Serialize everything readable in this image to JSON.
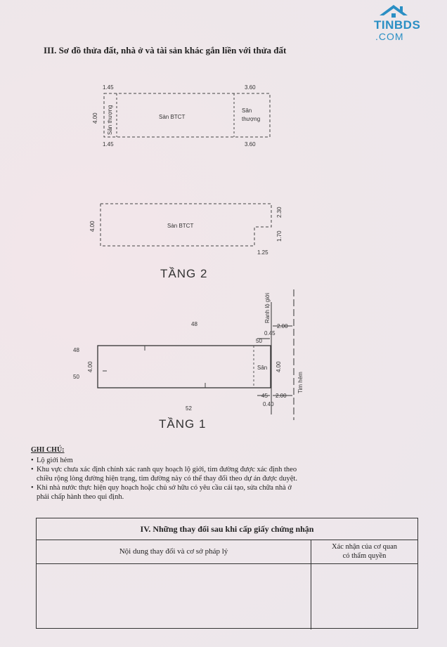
{
  "logo": {
    "line1": "TINBDS",
    "line2": ".COM",
    "colors": {
      "brand": "#2a8fc4"
    },
    "icon": "house-roof-icon"
  },
  "section": {
    "title": "III. Sơ đồ thửa đất, nhà ở và tài sản khác gắn liền với thửa đất"
  },
  "top_plan": {
    "dim_left_top": "1.45",
    "dim_right_top": "3.60",
    "dim_left_bottom": "1.45",
    "dim_right_bottom": "3.60",
    "dim_height": "4.00",
    "left_room": "Sân thượng",
    "center_room": "Sàn BTCT",
    "right_room_line1": "Sân",
    "right_room_line2": "thượng"
  },
  "floor2": {
    "label": "TẦNG 2",
    "room": "Sàn BTCT",
    "dim_height": "4.00",
    "dim_right_top": "2.30",
    "dim_right_mid": "1.70",
    "dim_bottom": "1.25"
  },
  "floor1": {
    "label": "TẦNG 1",
    "lot_top": "48",
    "lot_bottom": "52",
    "left_top": "48",
    "left_bottom": "50",
    "dim_height_left": "4.00",
    "dim_height_right": "4.00",
    "room": "Sân",
    "right_boundary": "Ranh lộ giới",
    "road_center": "Tim hẻm",
    "dim_top_a": "2.00",
    "dim_top_b": "0.45",
    "dim_top_c": "50",
    "dim_bot_a": "45",
    "dim_bot_b": "2.00",
    "dim_bot_c": "0.40"
  },
  "notes": {
    "heading": "GHI CHÚ:",
    "item1": "Lộ giới hẻm",
    "item2": "Khu vực chưa xác định chính xác ranh quy hoạch lộ giới, tim  đường được xác định theo",
    "item2_cont": "chiều rộng lòng đường hiện trạng, tim đường này có thể thay  đổi theo dự án được duyệt.",
    "item3": "Khi nhà nước thực hiện quy hoạch hoặc chủ sở hữu có yêu cầu cải tạo, sửa chữa nhà ở",
    "item3_cont": "phải chấp hành theo qui  định."
  },
  "changes": {
    "title": "IV. Những thay đổi sau khi cấp giấy chứng nhận",
    "col1": "Nội dung thay đổi và cơ sở pháp lý",
    "col2_line1": "Xác nhận của cơ quan",
    "col2_line2": "có thẩm quyền"
  }
}
